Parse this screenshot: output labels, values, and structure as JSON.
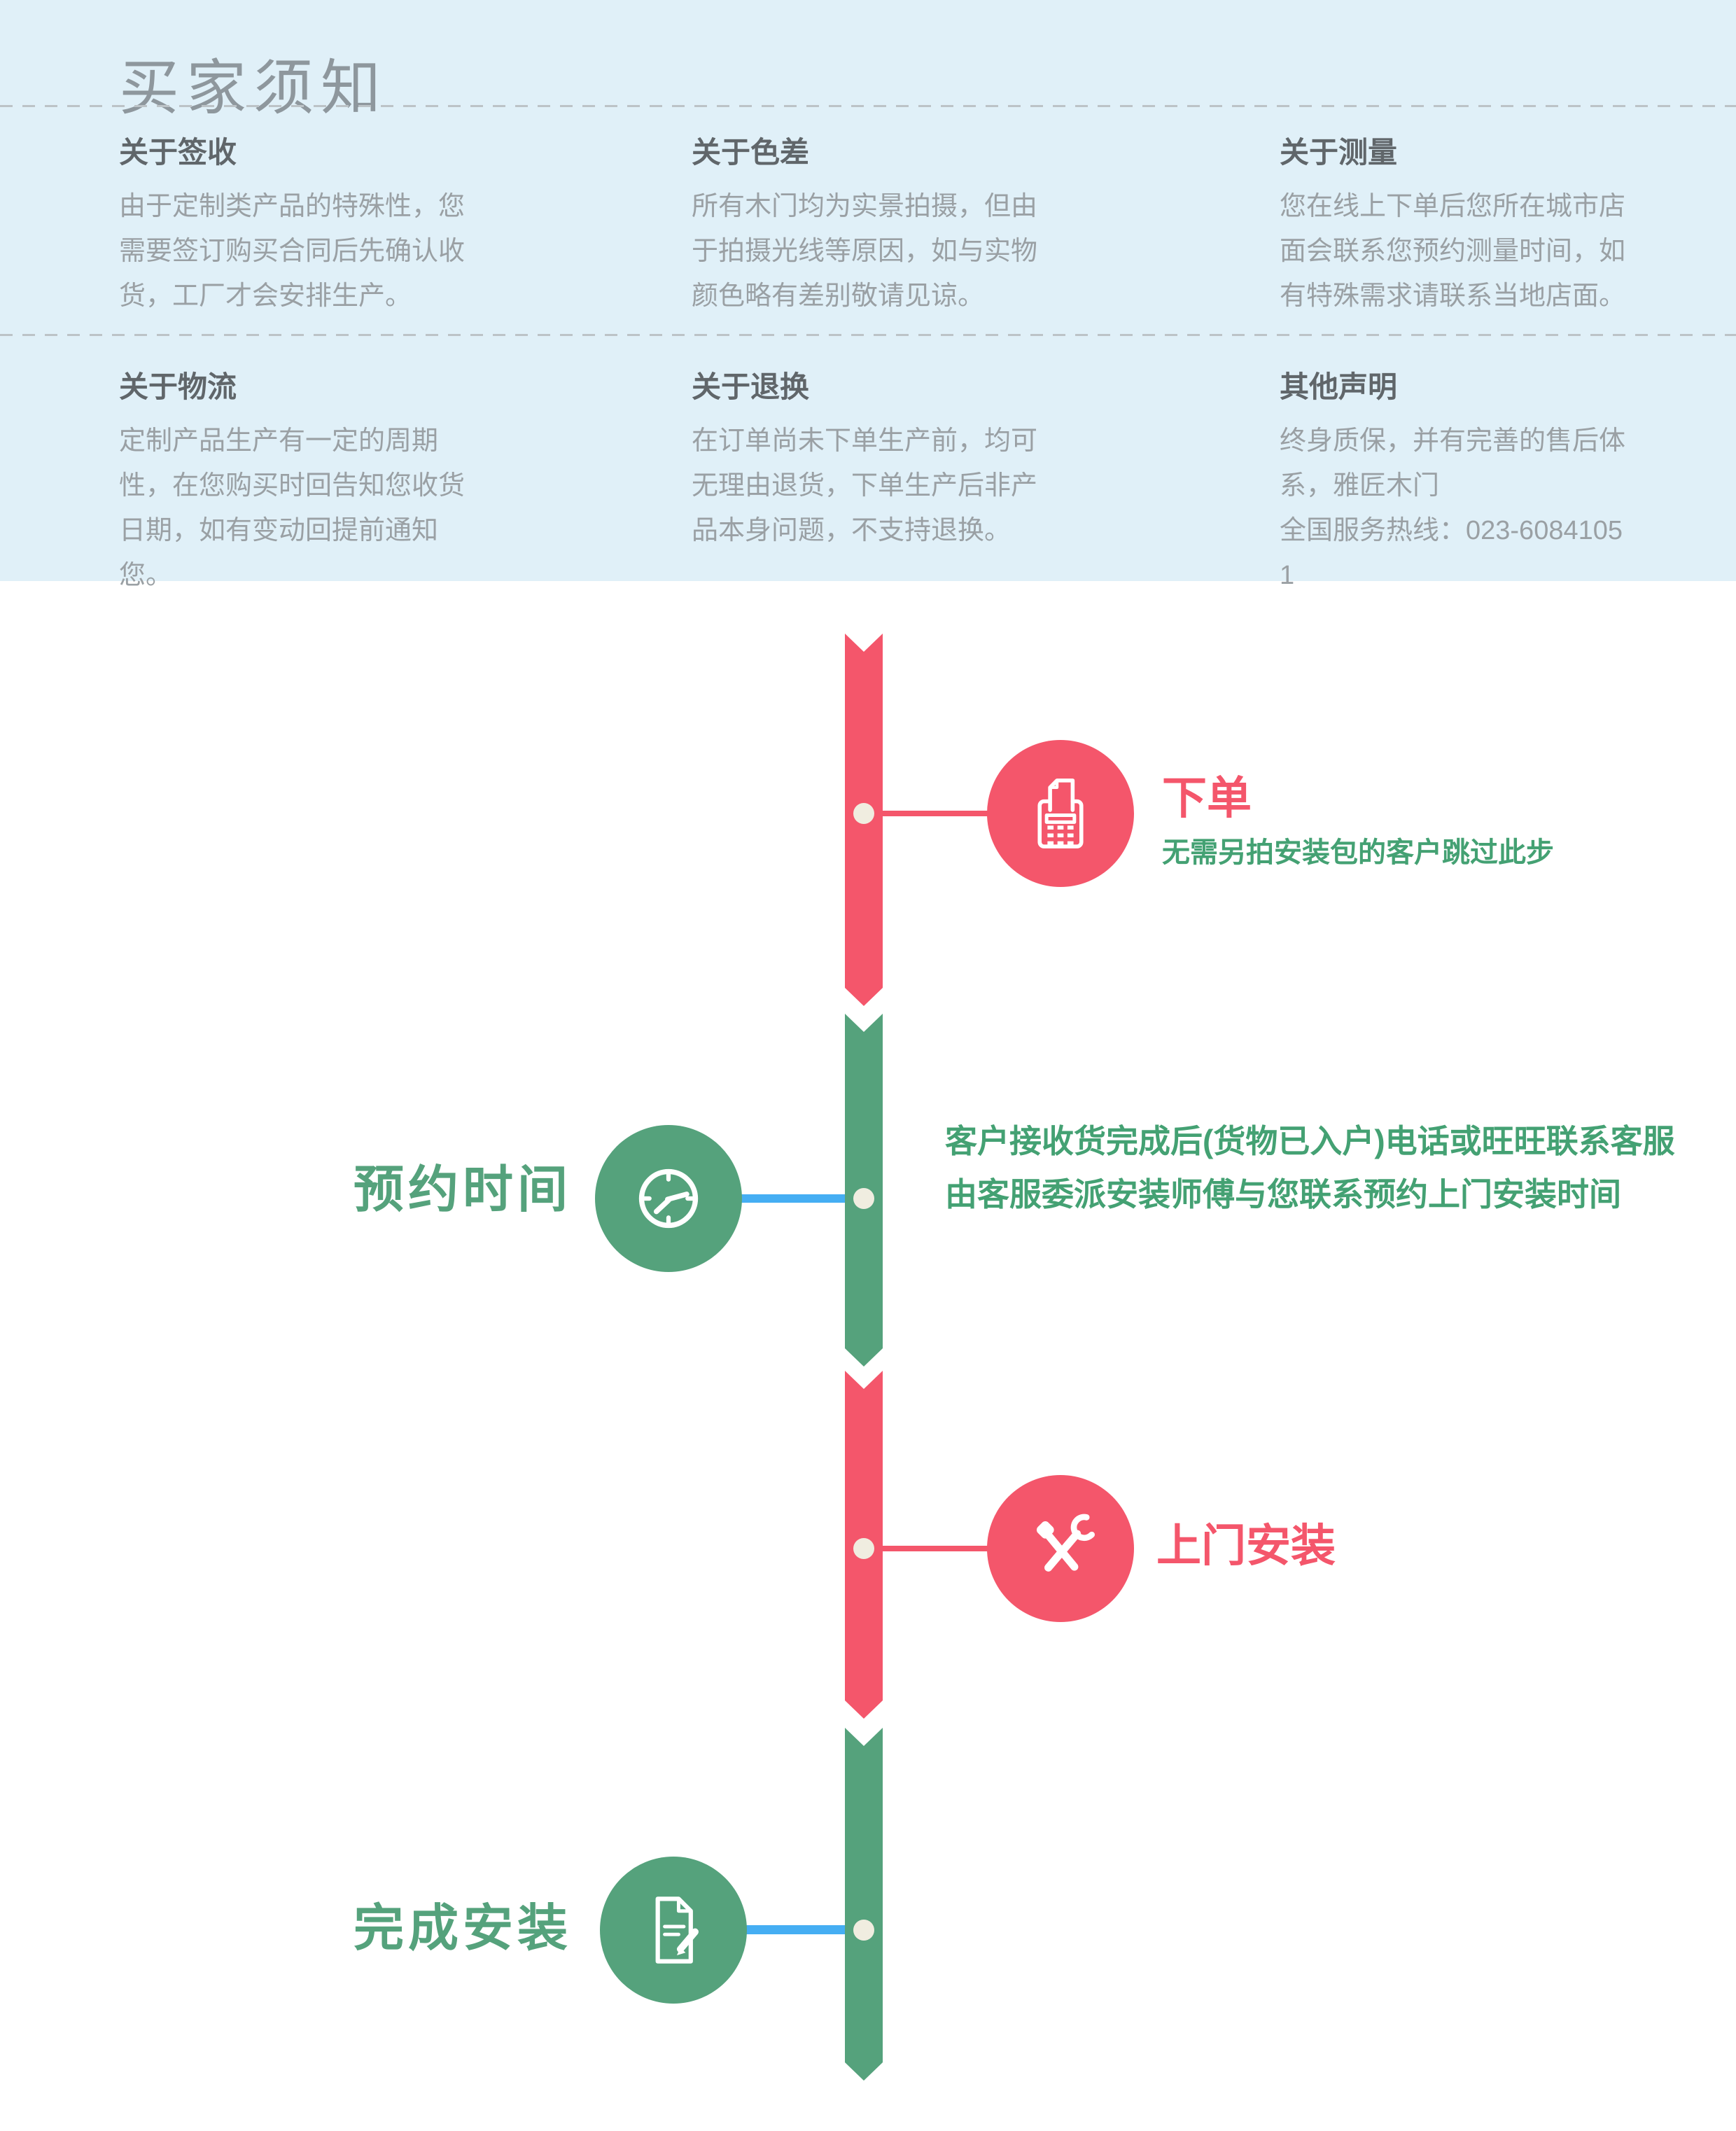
{
  "notice": {
    "title": "买家须知",
    "items": [
      {
        "heading": "关于签收",
        "body": "由于定制类产品的特殊性，您需要签订购买合同后先确认收货，工厂才会安排生产。"
      },
      {
        "heading": "关于色差",
        "body": "所有木门均为实景拍摄，但由于拍摄光线等原因，如与实物颜色略有差别敬请见谅。"
      },
      {
        "heading": "关于测量",
        "body": "您在线上下单后您所在城市店面会联系您预约测量时间，如有特殊需求请联系当地店面。"
      },
      {
        "heading": "关于物流",
        "body": "定制产品生产有一定的周期性，在您购买时回告知您收货日期，如有变动回提前通知您。"
      },
      {
        "heading": "关于退换",
        "body": "在订单尚未下单生产前，均可无理由退货，下单生产后非产品本身问题，不支持退换。"
      },
      {
        "heading": "其他声明",
        "body": "终身质保，并有完善的售后体系，雅匠木门",
        "hotline": "全国服务热线：023-60841051"
      }
    ]
  },
  "timeline": {
    "steps": [
      {
        "title": "下单",
        "subtitle": "无需另拍安装包的客户跳过此步",
        "icon": "receipt-machine-icon",
        "side": "right",
        "color": "#f4566b"
      },
      {
        "title": "预约时间",
        "desc1": "客户接收货完成后(货物已入户)电话或旺旺联系客服",
        "desc2": "由客服委派安装师傅与您联系预约上门安装时间",
        "icon": "clock-icon",
        "side": "left",
        "color": "#55a27c"
      },
      {
        "title": "上门安装",
        "icon": "crossed-tools-icon",
        "side": "right",
        "color": "#f4566b"
      },
      {
        "title": "完成安装",
        "icon": "document-edit-icon",
        "side": "left",
        "color": "#55a27c"
      }
    ],
    "palette": {
      "red": "#f4566b",
      "green": "#55a27c",
      "text_green": "#44a173",
      "blue_connector": "#45aef3",
      "dot_cream": "#f0ede0",
      "notice_bg": "#e0f0f8",
      "title_gray": "#8e979d",
      "heading_gray": "#60666a",
      "body_gray": "#9aa0a4"
    }
  }
}
